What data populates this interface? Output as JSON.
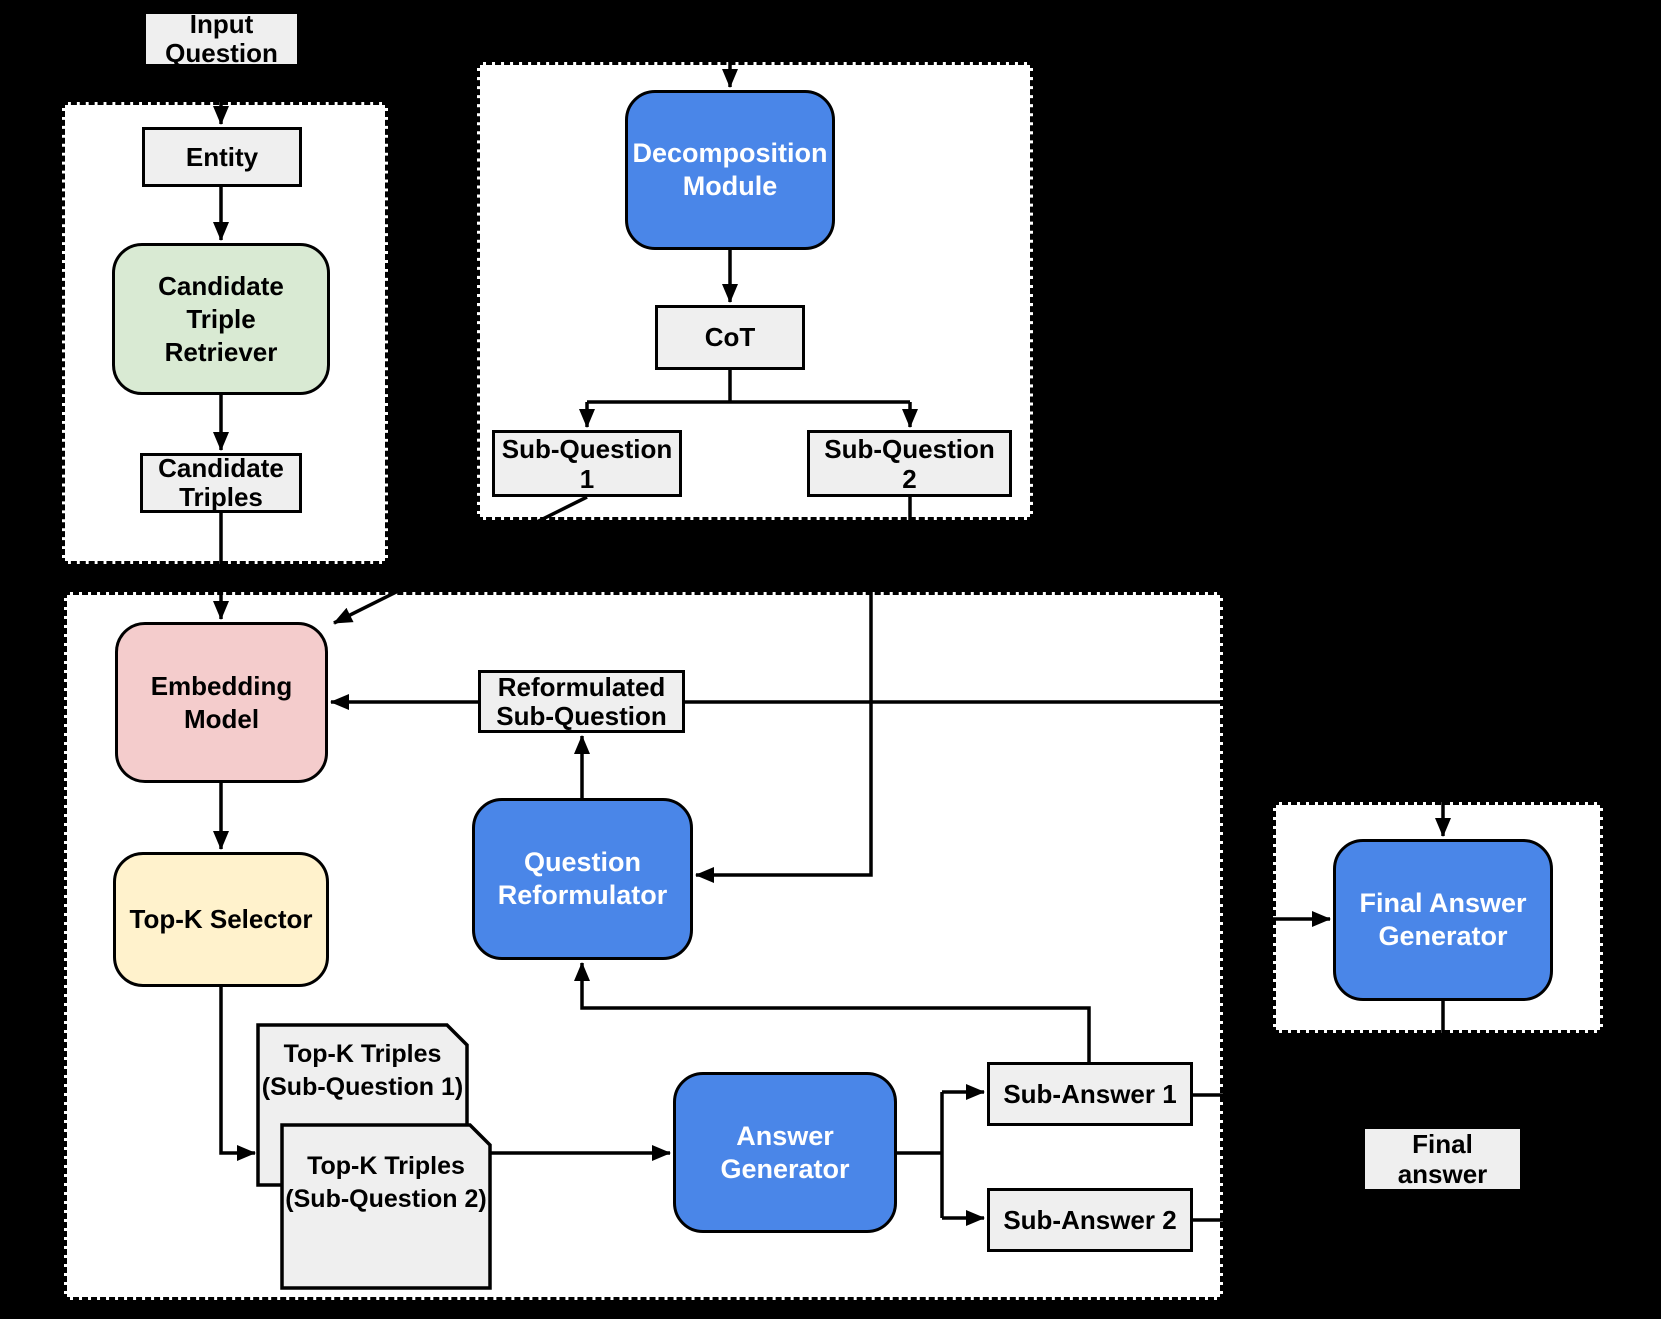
{
  "title": "KGQA pipeline flow diagram",
  "colors": {
    "bg": "#000000",
    "panel": "#ffffff",
    "line": "#000000",
    "blue": "#4a86e8",
    "green": "#d9ead3",
    "pink": "#f4cccc",
    "yellow": "#fff2cc",
    "gray": "#efefef"
  },
  "nodes": {
    "input_question": {
      "label": "Input\nQuestion"
    },
    "entity": {
      "label": "Entity"
    },
    "candidate_triple_retriever": {
      "label": "Candidate\nTriple\nRetriever"
    },
    "candidate_triples": {
      "label": "Candidate\nTriples"
    },
    "decomposition_module": {
      "label": "Decomposition\nModule"
    },
    "cot": {
      "label": "CoT"
    },
    "sub_question_1": {
      "label": "Sub-Question\n1"
    },
    "sub_question_2": {
      "label": "Sub-Question\n2"
    },
    "embedding_model": {
      "label": "Embedding\nModel"
    },
    "reformulated_sub_question": {
      "label": "Reformulated\nSub-Question"
    },
    "question_reformulator": {
      "label": "Question\nReformulator"
    },
    "top_k_selector": {
      "label": "Top-K Selector"
    },
    "topk_triples_1": {
      "label": "Top-K Triples\n(Sub-Question 1)"
    },
    "topk_triples_2": {
      "label": "Top-K Triples\n(Sub-Question 2)"
    },
    "answer_generator": {
      "label": "Answer\nGenerator"
    },
    "sub_answer_1": {
      "label": "Sub-Answer 1"
    },
    "sub_answer_2": {
      "label": "Sub-Answer 2"
    },
    "final_answer_generator": {
      "label": "Final Answer\nGenerator"
    },
    "final_answer": {
      "label": "Final\nanswer"
    }
  }
}
